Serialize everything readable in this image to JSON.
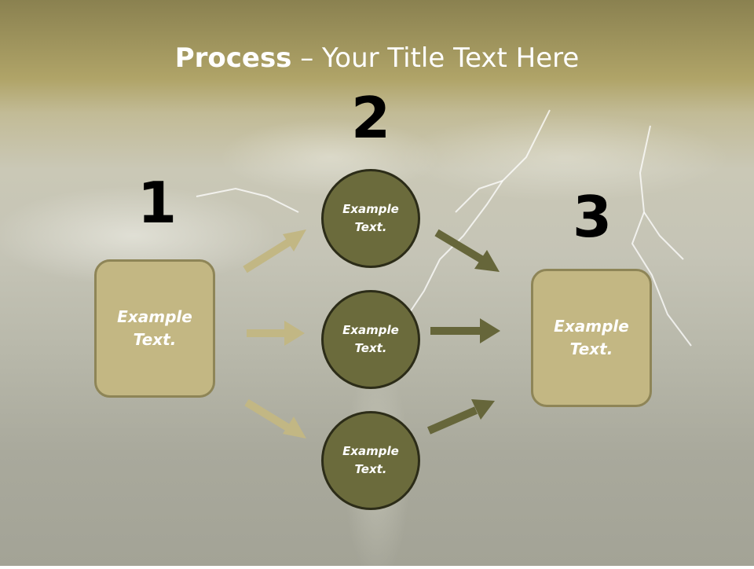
{
  "title": {
    "bold": "Process",
    "rest": " – Your Title Text Here"
  },
  "steps": {
    "one": "1",
    "two": "2",
    "three": "3"
  },
  "left_box": {
    "line1": "Example",
    "line2": "Text."
  },
  "right_box": {
    "line1": "Example",
    "line2": "Text."
  },
  "circles": [
    {
      "line1": "Example",
      "line2": "Text."
    },
    {
      "line1": "Example",
      "line2": "Text."
    },
    {
      "line1": "Example",
      "line2": "Text."
    }
  ],
  "colors": {
    "box_fill": "#c3b783",
    "box_border": "#8e8557",
    "circle_fill": "#6b6b3c",
    "left_arrows": "#c2b784",
    "right_arrows": "#66663a"
  }
}
